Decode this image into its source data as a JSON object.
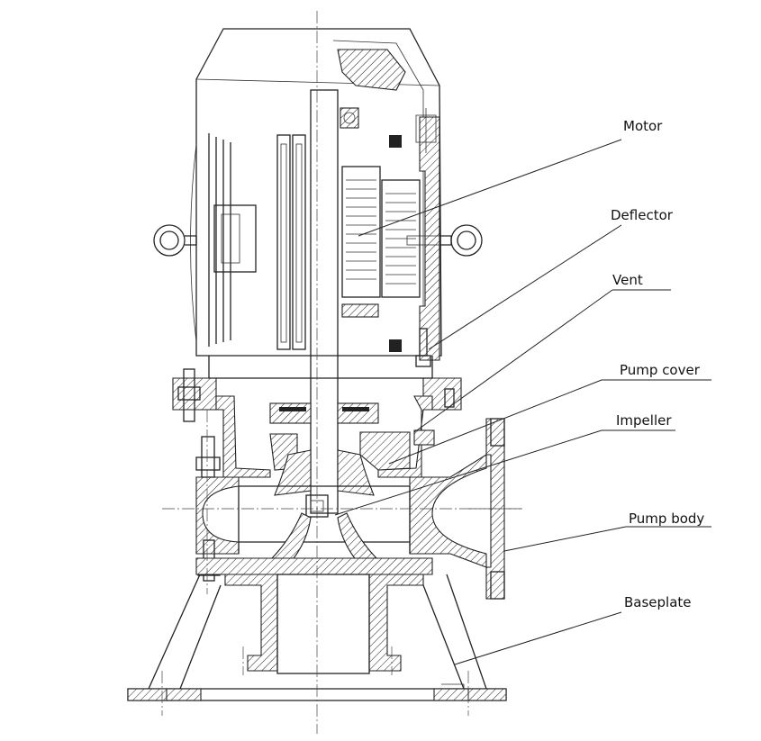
{
  "diagram": {
    "title": "Vertical pump cross-section",
    "labels": {
      "motor": "Motor",
      "deflector": "Deflector",
      "vent": "Vent",
      "pump_cover": "Pump cover",
      "impeller": "Impeller",
      "pump_body": "Pump body",
      "baseplate": "Baseplate"
    }
  }
}
